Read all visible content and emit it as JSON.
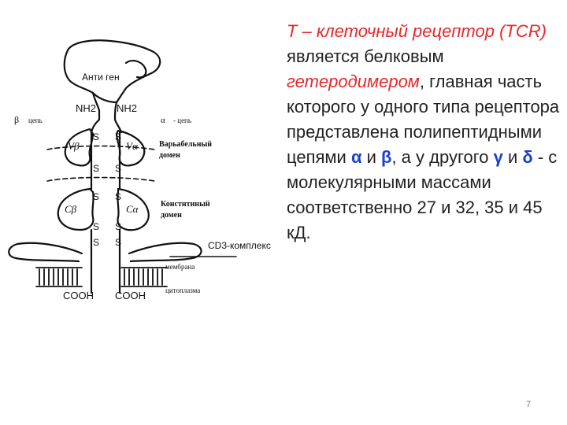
{
  "diagram": {
    "antigen": "Анти ген",
    "nh2_left": "NH2",
    "nh2_right": "NH2",
    "beta_chain_symbol": "β",
    "beta_chain_word": "цепь",
    "alpha_chain_symbol": "α",
    "alpha_chain_word": "- цепь",
    "v_beta": "Vβ",
    "v_alpha": "Vα",
    "variable_domain_1": "Варьабельный",
    "variable_domain_2": "домен",
    "c_beta": "Cβ",
    "c_alpha": "Cα",
    "constant_domain_1": "Констнтиный",
    "constant_domain_2": "домен",
    "cd3_complex": "CD3-комплекс",
    "membrane": "мембрана",
    "cytoplasm": "цитоплазма",
    "cooh_left": "COOH",
    "cooh_right": "COOH",
    "disulfide_s": "S"
  },
  "text": {
    "part1": "Т – клеточный рецептор (TCR)",
    "part2": " является белковым ",
    "part3": "гетеродимером",
    "part4": ", главная часть которого у одного типа рецептора представлена полипептидными цепями ",
    "alpha": "α",
    "part5": " и ",
    "beta": "β",
    "part6": ", а у другого ",
    "gamma": "γ",
    "part7": " и ",
    "delta": "δ",
    "part8": " - с молекулярными массами соответственно 27 и 32, 35 и 45 кД."
  },
  "page_number": "7",
  "colors": {
    "red": "#e8262a",
    "blue": "#1a3fd6",
    "text": "#222222",
    "line": "#111111"
  }
}
